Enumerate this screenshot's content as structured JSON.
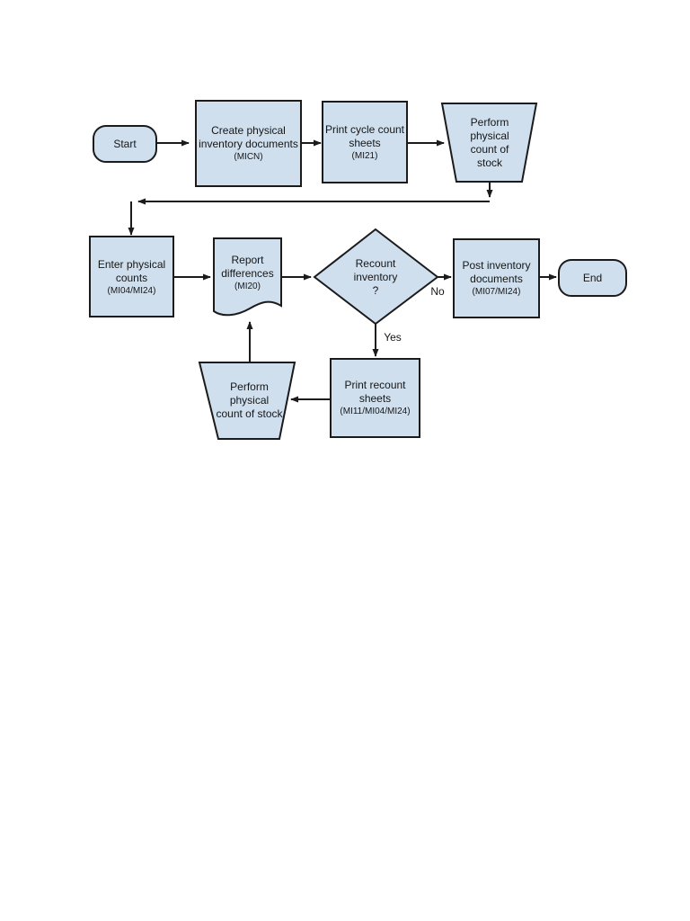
{
  "diagram": {
    "type": "flowchart",
    "subject": "Physical inventory cycle count process"
  },
  "colors": {
    "node_fill": "#cfdfee",
    "node_border": "#1b1b1b",
    "connector": "#1b1b1b",
    "text": "#161616",
    "page_background": "#ffffff"
  },
  "nodes": {
    "start": {
      "shape": "terminator",
      "label": "Start"
    },
    "create_documents": {
      "shape": "process",
      "label": "Create physical inventory documents",
      "code": "(MICN)"
    },
    "print_cycle_sheets": {
      "shape": "process",
      "label": "Print cycle count sheets",
      "code": "(MI21)"
    },
    "perform_count_1": {
      "shape": "manual-operation",
      "label": "Perform physical count of stock"
    },
    "enter_counts": {
      "shape": "process",
      "label": "Enter physical counts",
      "code": "(MI04/MI24)"
    },
    "report_differences": {
      "shape": "document",
      "label": "Report differences",
      "code": "(MI20)"
    },
    "recount_decision": {
      "shape": "decision",
      "label": "Recount inventory",
      "question": "?"
    },
    "post_documents": {
      "shape": "process",
      "label": "Post inventory documents",
      "code": "(MI07/MI24)"
    },
    "end": {
      "shape": "terminator",
      "label": "End"
    },
    "print_recount_sheets": {
      "shape": "process",
      "label": "Print recount sheets",
      "code": "(MI11/MI04/MI24)"
    },
    "perform_count_2": {
      "shape": "manual-operation",
      "label": "Perform physical count of stock"
    }
  },
  "flow": [
    {
      "from": "start",
      "to": "create_documents",
      "label": ""
    },
    {
      "from": "create_documents",
      "to": "print_cycle_sheets",
      "label": ""
    },
    {
      "from": "print_cycle_sheets",
      "to": "perform_count_1",
      "label": ""
    },
    {
      "from": "perform_count_1",
      "to": "enter_counts",
      "label": ""
    },
    {
      "from": "enter_counts",
      "to": "report_differences",
      "label": ""
    },
    {
      "from": "report_differences",
      "to": "recount_decision",
      "label": ""
    },
    {
      "from": "recount_decision",
      "to": "post_documents",
      "label": "No"
    },
    {
      "from": "recount_decision",
      "to": "print_recount_sheets",
      "label": "Yes"
    },
    {
      "from": "post_documents",
      "to": "end",
      "label": ""
    },
    {
      "from": "print_recount_sheets",
      "to": "perform_count_2",
      "label": ""
    },
    {
      "from": "perform_count_2",
      "to": "report_differences",
      "label": ""
    }
  ]
}
